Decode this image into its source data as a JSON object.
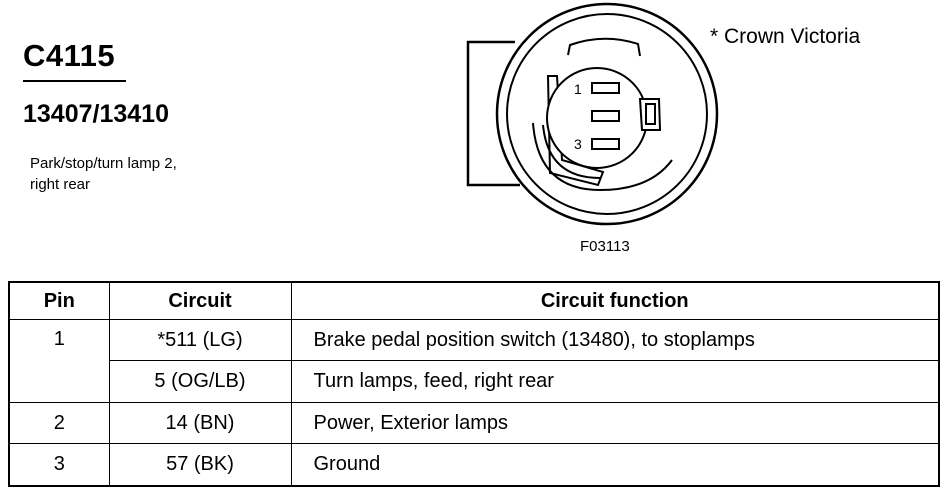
{
  "connector": {
    "id": "C4115",
    "part_number": "13407/13410",
    "description_line1": "Park/stop/turn lamp 2,",
    "description_line2": "right rear"
  },
  "figure": {
    "note": "* Crown Victoria",
    "pin_label_1": "1",
    "pin_label_3": "3",
    "figure_id": "F03113"
  },
  "table": {
    "headers": {
      "pin": "Pin",
      "circuit": "Circuit",
      "function": "Circuit function"
    },
    "rows": [
      {
        "pin": "1",
        "circuit": "*511 (LG)",
        "function": "Brake pedal position switch (13480), to stoplamps"
      },
      {
        "pin": "",
        "circuit": "5 (OG/LB)",
        "function": "Turn lamps, feed, right rear"
      },
      {
        "pin": "2",
        "circuit": "14 (BN)",
        "function": "Power, Exterior lamps"
      },
      {
        "pin": "3",
        "circuit": "57 (BK)",
        "function": "Ground"
      }
    ]
  }
}
